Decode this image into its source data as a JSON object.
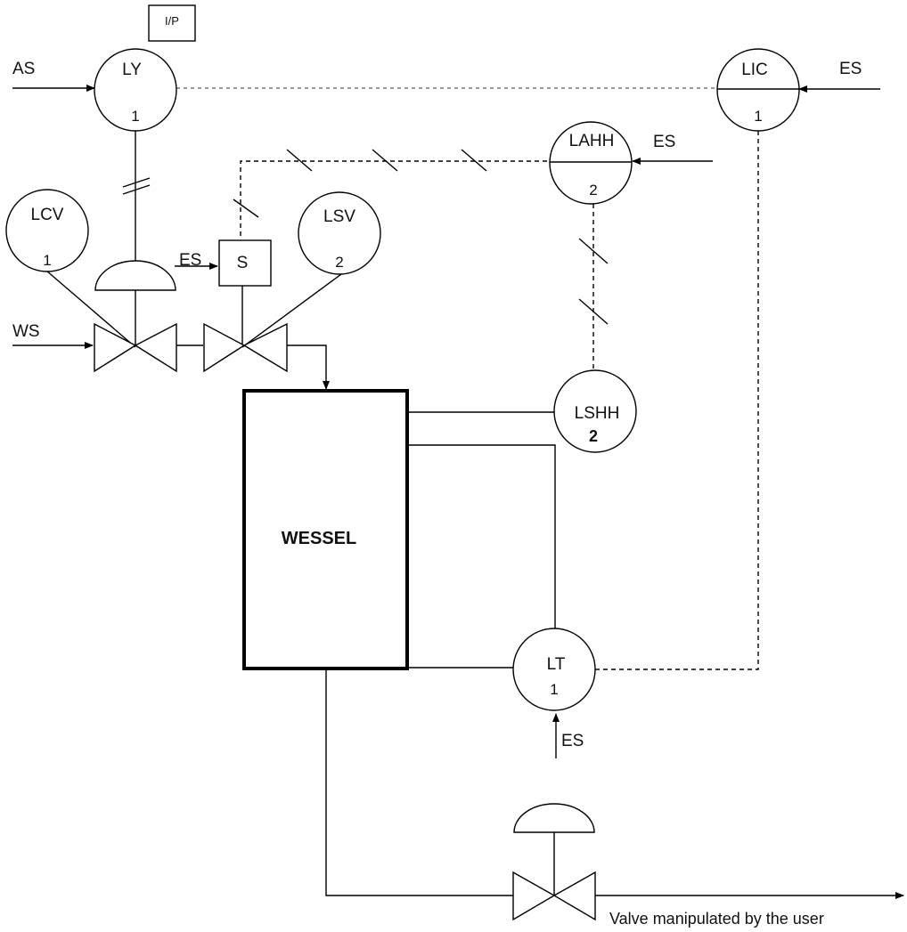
{
  "instruments": {
    "ly": {
      "tag": "LY",
      "num": "1",
      "ip": "I/P"
    },
    "lic": {
      "tag": "LIC",
      "num": "1"
    },
    "lahh": {
      "tag": "LAHH",
      "num": "2"
    },
    "lcv": {
      "tag": "LCV",
      "num": "1"
    },
    "lsv": {
      "tag": "LSV",
      "num": "2"
    },
    "lshh": {
      "tag": "LSHH",
      "num": "2"
    },
    "lt": {
      "tag": "LT",
      "num": "1"
    },
    "solenoid": {
      "tag": "S"
    }
  },
  "signals": {
    "as": "AS",
    "es_lic": "ES",
    "es_lahh": "ES",
    "es_solenoid": "ES",
    "ws": "WS",
    "es_lt": "ES"
  },
  "vessel": {
    "label": "WESSEL"
  },
  "outlet": {
    "label": "Valve manipulated by the user"
  }
}
